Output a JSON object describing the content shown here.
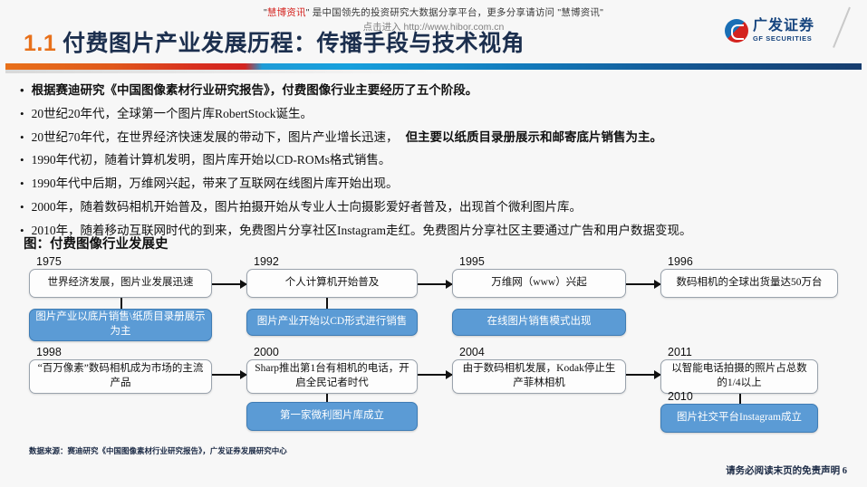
{
  "watermark": {
    "line1_pre": "\"",
    "line1_brand": "慧博资讯",
    "line1_post": "\" 是中国领先的投资研究大数据分享平台，更多分享请访问 \"慧博资讯\"",
    "line2": "点击进入 http://www.hibor.com.cn"
  },
  "header": {
    "title_number": "1.1",
    "title_text": "付费图片产业发展历程：传播手段与技术视角",
    "logo_cn": "广发证券",
    "logo_en": "GF SECURITIES",
    "accent_orange": "#e8701a",
    "accent_red": "#d4231f",
    "accent_blue": "#16a0dd",
    "accent_navy": "#173d6e"
  },
  "bullets": [
    {
      "text": "根据赛迪研究《中国图像素材行业研究报告》，付费图像行业主要经历了五个阶段。",
      "bold": true
    },
    {
      "text": "20世纪20年代，全球第一个图片库RobertStock诞生。",
      "bold": false
    },
    {
      "text": "20世纪70年代，在世界经济快速发展的带动下，图片产业增长迅速，",
      "bold_tail": "但主要以纸质目录册展示和邮寄底片销售为主。",
      "bold": false
    },
    {
      "text": "1990年代初，随着计算机发明，图片库开始以CD-ROMs格式销售。",
      "bold": false
    },
    {
      "text": "1990年代中后期，万维网兴起，带来了互联网在线图片库开始出现。",
      "bold": false
    },
    {
      "text": "2000年，随着数码相机开始普及，图片拍摄开始从专业人士向摄影爱好者普及，出现首个微利图片库。",
      "bold": false
    },
    {
      "text": "2010年，随着移动互联网时代的到来，免费图片分享社区Instagram走红。免费图片分享社区主要通过广告和用户数据变现。",
      "bold": false
    }
  ],
  "figure": {
    "title": "图：付费图像行业发展史",
    "node_blue_fill": "#5b9bd5",
    "nodes": [
      {
        "year": "1975",
        "label": "世界经济发展，图片业发展迅速",
        "style": "plain"
      },
      {
        "year": "",
        "label": "图片产业以底片销售\\纸质目录册展示为主",
        "style": "blue"
      },
      {
        "year": "1992",
        "label": "个人计算机开始普及",
        "style": "plain"
      },
      {
        "year": "",
        "label": "图片产业开始以CD形式进行销售",
        "style": "blue"
      },
      {
        "year": "1995",
        "label": "万维网（www）兴起",
        "style": "plain"
      },
      {
        "year": "",
        "label": "在线图片销售模式出现",
        "style": "blue"
      },
      {
        "year": "1996",
        "label": "数码相机的全球出货量达50万台",
        "style": "plain"
      },
      {
        "year": "1998",
        "label": "“百万像素”数码相机成为市场的主流产品",
        "style": "plain"
      },
      {
        "year": "2000",
        "label": "Sharp推出第1台有相机的电话，开启全民记者时代",
        "style": "plain"
      },
      {
        "year": "",
        "label": "第一家微利图片库成立",
        "style": "blue"
      },
      {
        "year": "2004",
        "label": "由于数码相机发展，Kodak停止生产菲林相机",
        "style": "plain"
      },
      {
        "year": "2011",
        "label": "以智能电话拍摄的照片占总数的1/4以上",
        "style": "plain"
      },
      {
        "year": "2010",
        "label": "图片社交平台Instagram成立",
        "style": "blue"
      }
    ]
  },
  "footer": {
    "source": "数据来源：赛迪研究《中国图像素材行业研究报告》，广发证券发展研究中心",
    "note": "请务必阅读末页的免责声明",
    "page_number": "6"
  }
}
